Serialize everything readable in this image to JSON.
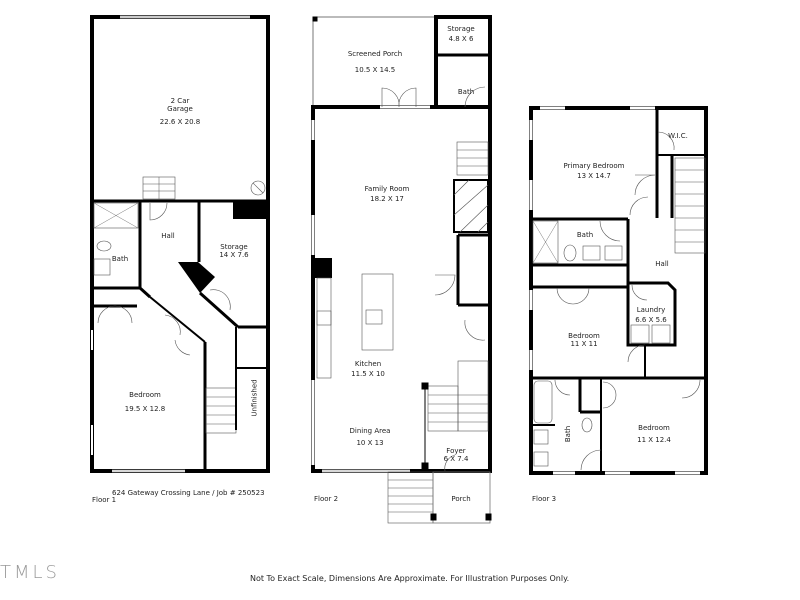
{
  "address_line": "624 Gateway Crossing Lane / Job # 250523",
  "disclaimer": "Not To Exact Scale, Dimensions Are Approximate. For Illustration Purposes Only.",
  "watermark": "TMLS",
  "floors": [
    {
      "label": "Floor 1",
      "rooms": [
        {
          "name": "2 Car Garage",
          "line1": "2 Car",
          "line2": "Garage",
          "dims": "22.6 X 20.8"
        },
        {
          "name": "Hall",
          "dims": ""
        },
        {
          "name": "Storage",
          "dims": "14 X 7.6"
        },
        {
          "name": "Bath",
          "dims": ""
        },
        {
          "name": "Bedroom",
          "dims": "19.5 X 12.8"
        },
        {
          "name": "Unfinished",
          "dims": ""
        }
      ]
    },
    {
      "label": "Floor 2",
      "rooms": [
        {
          "name": "Screened Porch",
          "dims": "10.5 X 14.5"
        },
        {
          "name": "Storage",
          "dims": "4.8 X 6"
        },
        {
          "name": "Bath",
          "dims": ""
        },
        {
          "name": "Family Room",
          "dims": "18.2 X 17"
        },
        {
          "name": "Kitchen",
          "dims": "11.5 X 10"
        },
        {
          "name": "Dining Area",
          "dims": "10 X 13"
        },
        {
          "name": "Foyer",
          "dims": "6 X 7.4"
        },
        {
          "name": "Porch",
          "dims": ""
        }
      ]
    },
    {
      "label": "Floor 3",
      "rooms": [
        {
          "name": "Primary Bedroom",
          "dims": "13 X 14.7"
        },
        {
          "name": "W.I.C.",
          "dims": ""
        },
        {
          "name": "Bath",
          "dims": ""
        },
        {
          "name": "Hall",
          "dims": ""
        },
        {
          "name": "Laundry",
          "dims": "6.6 X 5.6"
        },
        {
          "name": "Bedroom",
          "dims": "11 X 11"
        },
        {
          "name": "Bath",
          "dims": ""
        },
        {
          "name": "Bedroom",
          "dims": "11 X 12.4"
        }
      ]
    }
  ]
}
